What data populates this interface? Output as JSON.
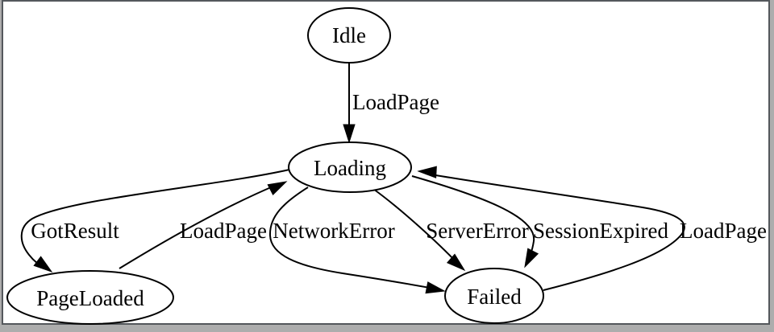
{
  "diagram": {
    "kind": "state-machine-digraph",
    "colors": {
      "stroke": "#000000",
      "node_fill": "#ffffff",
      "canvas": "#ffffff",
      "frame_border": "#54585c",
      "outer_strip": "#adadad"
    },
    "nodes": [
      {
        "id": "idle",
        "label": "Idle"
      },
      {
        "id": "loading",
        "label": "Loading"
      },
      {
        "id": "pageloaded",
        "label": "PageLoaded"
      },
      {
        "id": "failed",
        "label": "Failed"
      }
    ],
    "edges": [
      {
        "from": "Idle",
        "to": "Loading",
        "label": "LoadPage"
      },
      {
        "from": "Loading",
        "to": "PageLoaded",
        "label": "GotResult"
      },
      {
        "from": "PageLoaded",
        "to": "Loading",
        "label": "LoadPage"
      },
      {
        "from": "Loading",
        "to": "Failed",
        "label": "NetworkError"
      },
      {
        "from": "Loading",
        "to": "Failed",
        "label": "ServerError"
      },
      {
        "from": "Loading",
        "to": "Failed",
        "label": "SessionExpired"
      },
      {
        "from": "Failed",
        "to": "Loading",
        "label": "LoadPage"
      }
    ]
  }
}
